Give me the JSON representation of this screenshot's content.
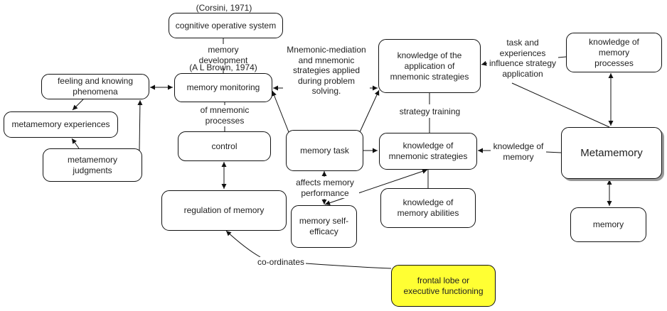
{
  "diagram": {
    "title": "Metamemory",
    "nodes": {
      "cognitive_operative_system": "cognitive operative system",
      "feeling_knowing": "feeling and knowing phenomena",
      "memory_monitoring": "memory monitoring",
      "knowledge_application": "knowledge of the application of mnemonic strategies",
      "knowledge_memory_processes": "knowledge of memory processes",
      "metamemory_experiences": "metamemory experiences",
      "control": "control",
      "memory_task": "memory task",
      "knowledge_mnemonic_strategies": "knowledge of mnemonic strategies",
      "metamemory": "Metamemory",
      "metamemory_judgments": "metamemory judgments",
      "regulation_of_memory": "regulation of memory",
      "memory_self_efficacy": "memory self-efficacy",
      "knowledge_memory_abilities": "knowledge of memory abilities",
      "memory": "memory",
      "frontal_lobe": "frontal lobe or executive functioning"
    },
    "labels": {
      "corsini": "(Corsini, 1971)",
      "memory_development": "memory development",
      "brown": "(A L Brown, 1974)",
      "of_mnemonic_processes": "of mnemonic processes",
      "mnemonic_mediation": "Mnemonic-mediation and mnemonic strategies applied during problem solving.",
      "strategy_training": "strategy training",
      "task_experiences": "task and experiences influence strategy application",
      "knowledge_of_memory": "knowledge of memory",
      "affects_memory_performance": "affects memory performance",
      "coordinates": "co-ordinates"
    },
    "highlight_color": "#ffff33"
  }
}
